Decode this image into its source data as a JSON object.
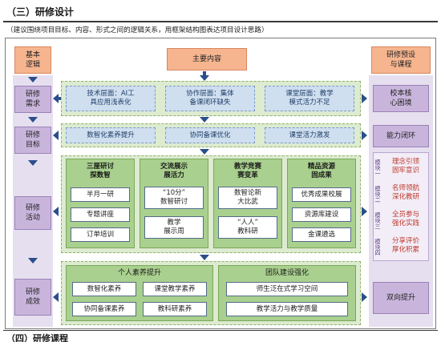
{
  "header": {
    "title": "（三）研修设计",
    "instruction": "（建议围绕项目目标、内容、形式之间的逻辑关系，用框架结构图表达项目设计思路）",
    "next_section": "（四）研修课程"
  },
  "left_column": [
    "基本\n逻辑",
    "研修\n需求",
    "研修\n目标",
    "研修\n活动",
    "研修\n成效"
  ],
  "center": {
    "main_title": "主要内容",
    "needs": [
      "技术层面：AI工\n具应用浅表化",
      "协作层面：集体\n备课闭环缺失",
      "课堂层面：教学\n模式活力不足"
    ],
    "goals": [
      "数智化素养提升",
      "协同备课优化",
      "课堂活力激发"
    ],
    "activities": [
      {
        "title": "三厘研讨\n探数智",
        "items": [
          "半月一研",
          "专题讲座",
          "订单培训"
        ]
      },
      {
        "title": "交流展示\n展活力",
        "items": [
          "“10分”\n数智研讨",
          "教学\n展示周"
        ]
      },
      {
        "title": "教学竞赛\n赛变革",
        "items": [
          "数智论新\n大比武",
          "“人人”\n教科研"
        ]
      },
      {
        "title": "精品资源\n固成果",
        "items": [
          "优秀成果校展",
          "资源库建设",
          "金课遴选"
        ]
      }
    ],
    "outcomes": [
      {
        "title": "个人素养提升",
        "items": [
          "数智化素养",
          "课堂教学素养",
          "协同备课素养",
          "教科研素养"
        ]
      },
      {
        "title": "团队建设强化",
        "items": [
          "师生泛在式学习空间",
          "教学活力与教学质量"
        ]
      }
    ]
  },
  "right_column": {
    "header": "研修预设\n与课程",
    "core_issue": "校本核\n心困境",
    "capability": "能力闭环",
    "modules": [
      {
        "label": "模块一",
        "text": "理念引领\n固牢意识"
      },
      {
        "label": "模块二",
        "text": "名师领航\n深化教研"
      },
      {
        "label": "模块三",
        "text": "全员参与\n强化实践"
      },
      {
        "label": "模块四",
        "text": "分享评价\n厚化积累"
      }
    ],
    "mutual": "双向提升"
  },
  "colors": {
    "orange": "#f6b58f",
    "purple": "#c9b5dc",
    "blue": "#cfdff0",
    "green_light": "#ddebd0",
    "green": "#a9d08e",
    "arrow": "#2a4f8a"
  }
}
